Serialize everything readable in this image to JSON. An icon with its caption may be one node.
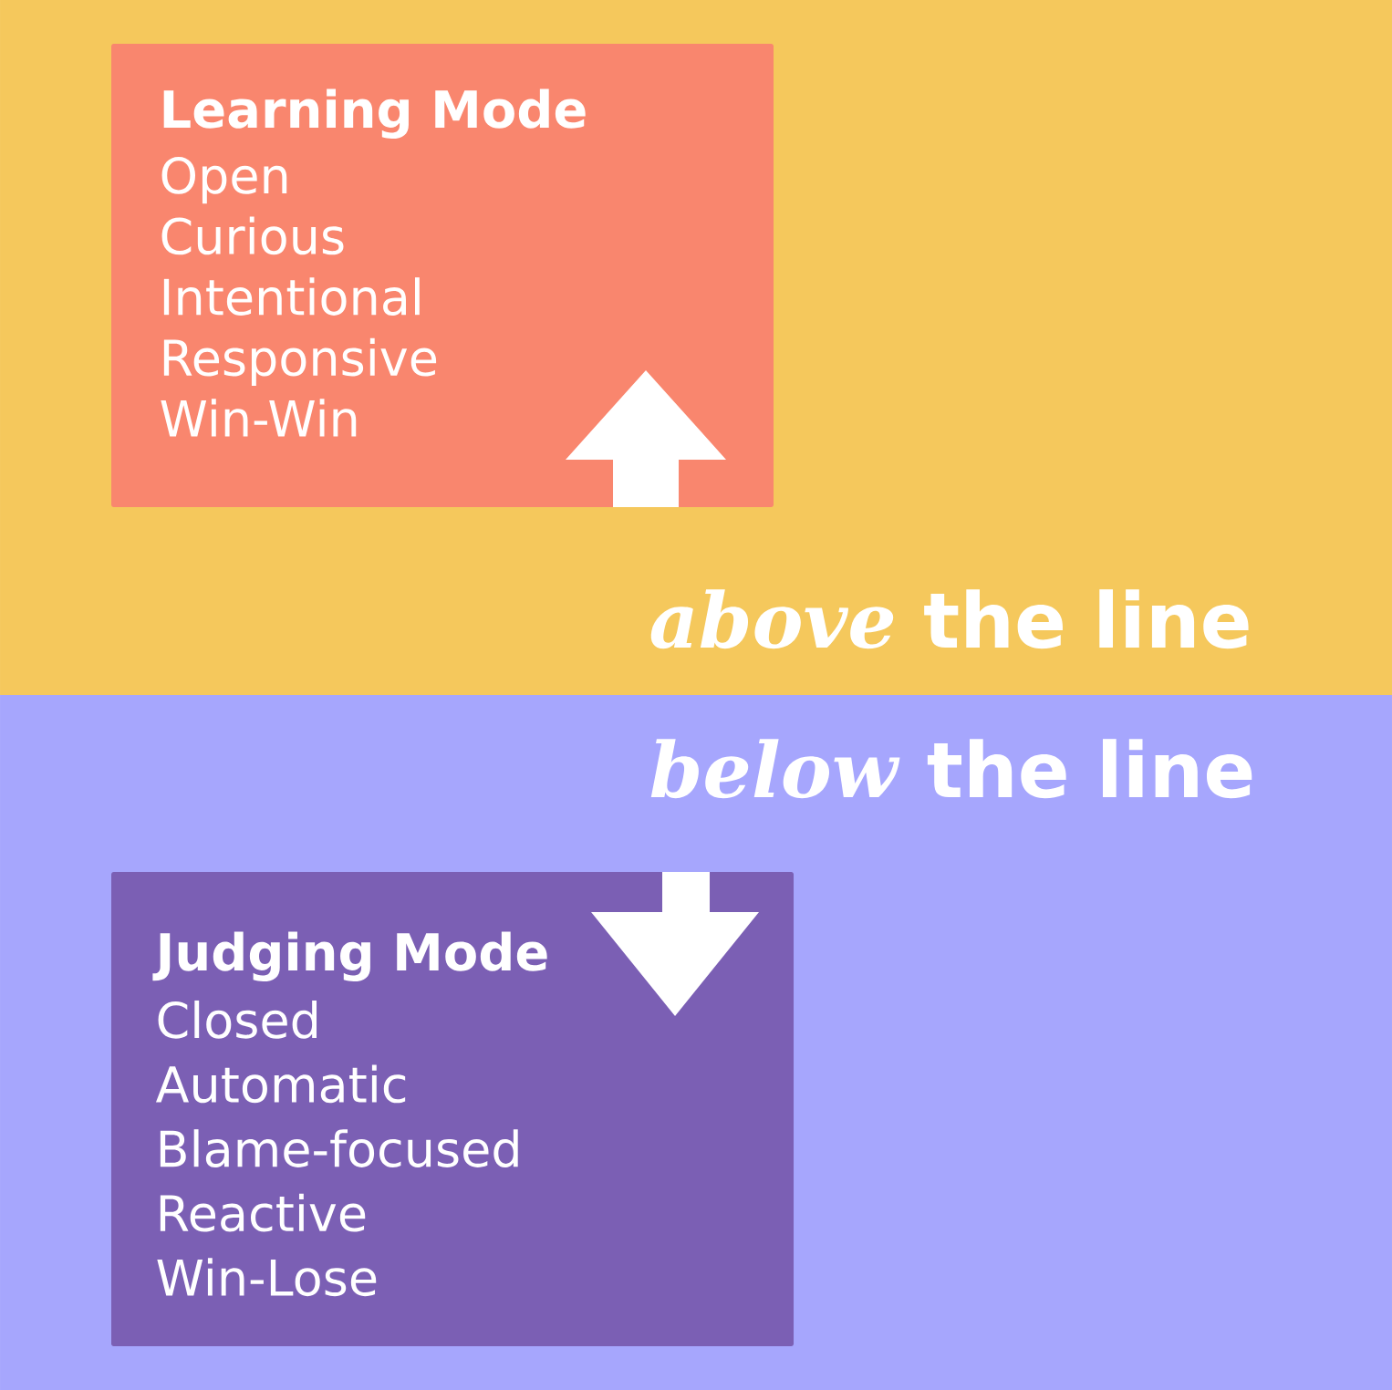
{
  "diagram": {
    "nodes": [
      {
        "text": [
          "*above* the line"
        ]
      },
      {
        "text": [
          "Learning Mode",
          "Open",
          "Curious",
          "Intentional",
          "Responsive",
          "Win-Win"
        ],
        "in": 0
      },
      {
        "text": [
          "*below* the line"
        ]
      },
      {
        "text": [
          "Judging Mode",
          "Closed",
          "Automatic",
          "Blame-focused",
          "Reactive",
          "Win-Lose"
        ],
        "in": 2
      }
    ]
  }
}
